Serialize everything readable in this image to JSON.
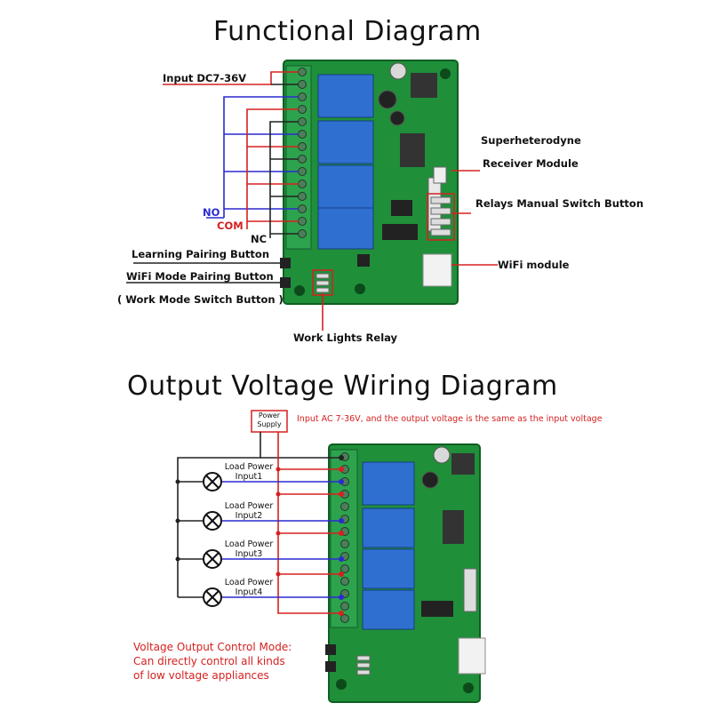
{
  "top": {
    "title": "Functional Diagram",
    "labels": {
      "input_dc": "Input DC7-36V",
      "no": "NO",
      "com": "COM",
      "nc": "NC",
      "learning": "Learning Pairing Button",
      "wifi_mode": "WiFi Mode Pairing Button",
      "work_mode": "( Work Mode Switch Button )",
      "work_lights": "Work Lights Relay",
      "superhet": "Superheterodyne",
      "receiver": "Receiver Module",
      "relays_manual": "Relays Manual Switch Button",
      "wifi_module": "WiFi module"
    }
  },
  "bottom": {
    "title": "Output Voltage Wiring Diagram",
    "power_supply_line1": "Power",
    "power_supply_line2": "Supply",
    "input_note": "Input AC 7-36V, and the output voltage is the same as the input voltage",
    "loads": [
      {
        "line1": "Load Power",
        "line2": "Input1"
      },
      {
        "line1": "Load Power",
        "line2": "Input2"
      },
      {
        "line1": "Load Power",
        "line2": "Input3"
      },
      {
        "line1": "Load Power",
        "line2": "Input4"
      }
    ],
    "mode_line1": "Voltage Output Control Mode:",
    "mode_line2": "Can directly control all kinds",
    "mode_line3": "of low  voltage  appliances"
  },
  "colors": {
    "pcb": "#1f8f3a",
    "relay": "#2f6fd0",
    "terminal": "#2ea34e",
    "red_wire": "#d62020",
    "blue_wire": "#2a2ad0",
    "black_wire": "#222222"
  }
}
